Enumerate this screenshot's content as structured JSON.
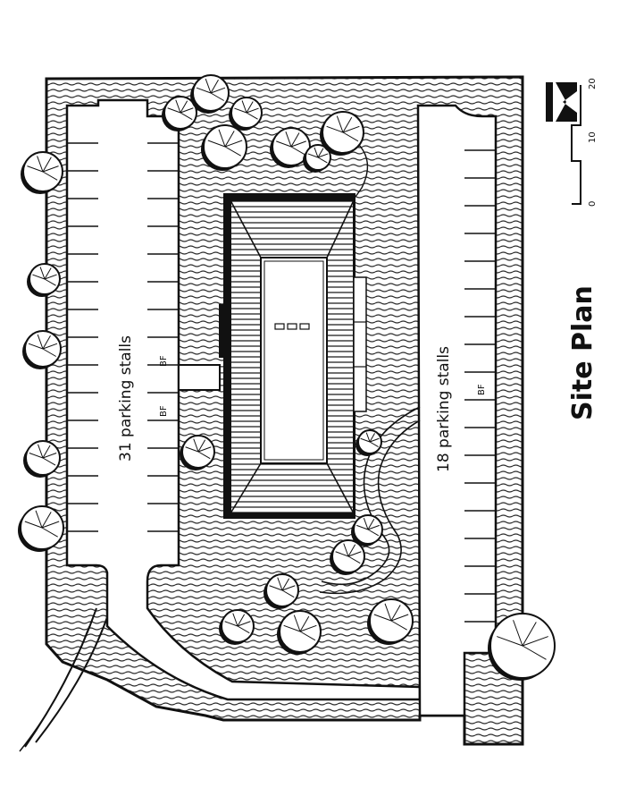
{
  "title": "Site Plan",
  "lots": {
    "west": {
      "label": "31 parking stalls",
      "accessible_mark": "BF"
    },
    "east": {
      "label": "18 parking stalls",
      "accessible_mark": "BF"
    }
  },
  "scale": {
    "ticks": [
      "0",
      "10",
      "20"
    ]
  },
  "colors": {
    "ink": "#111111",
    "paper": "#ffffff",
    "hatch": "#2a2a2a"
  },
  "icons": {
    "logo": "stylized-k-logo"
  }
}
